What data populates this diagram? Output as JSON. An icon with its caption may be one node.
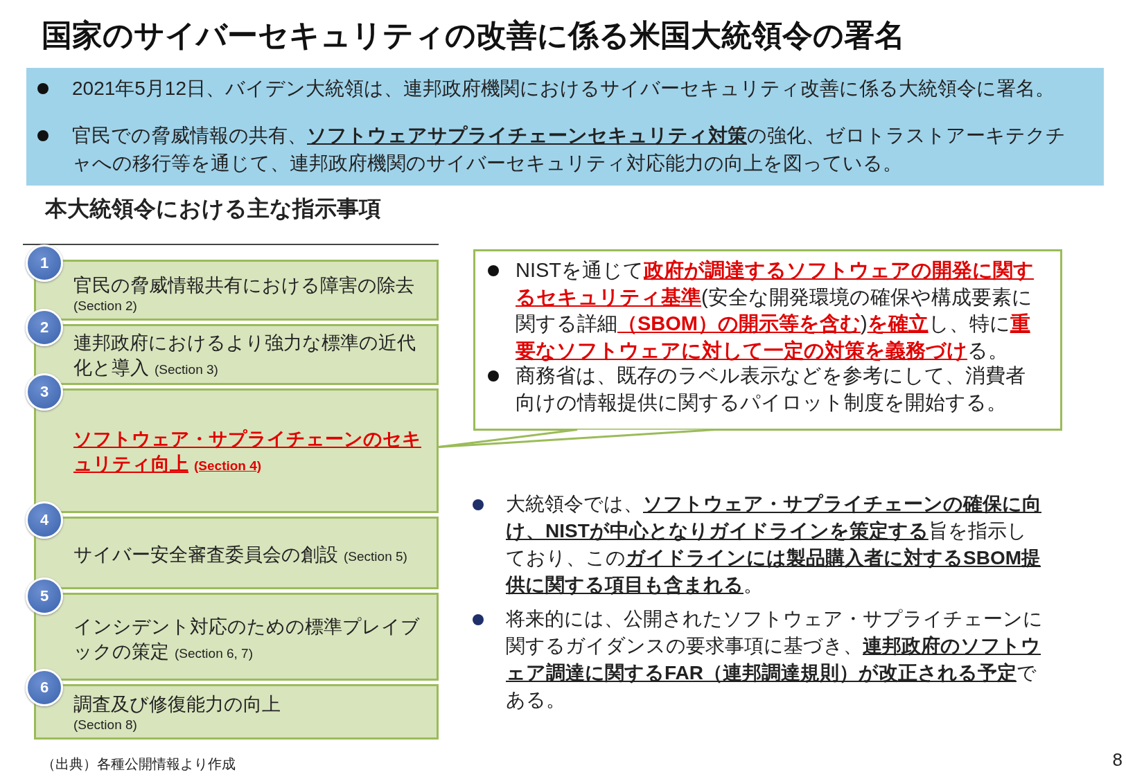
{
  "diagram": {
    "title": "国家のサイバーセキュリティの改善に係る米国大統領令の署名",
    "nodes": [
      {
        "text": [
          "2021年5月12日、バイデン大統領は、連邦政府機関におけるサイバーセキュリティ改善に係る大統領令に署名。",
          "官民での脅威情報の共有、**ソフトウェアサプライチェーンセキュリティ対策**の強化、ゼロトラストアーキテクチャへの移行等を通じて、連邦政府機関のサイバーセキュリティ対応能力の向上を図っている。"
        ]
      },
      {
        "text": [
          "1",
          "官民の脅威情報共有における障害の除去",
          "(Section 2)"
        ]
      },
      {
        "text": [
          "2",
          "連邦政府におけるより強力な標準の近代化と導入",
          "(Section 3)"
        ]
      },
      {
        "text": [
          "3",
          "ソフトウェア・サプライチェーンのセキュリティ向上",
          "(Section 4)"
        ]
      },
      {
        "text": [
          "4",
          "サイバー安全審査委員会の創設",
          "(Section 5)"
        ]
      },
      {
        "text": [
          "5",
          "インシデント対応のための標準プレイブックの策定",
          "(Section 6, 7)"
        ]
      },
      {
        "text": [
          "6",
          "調査及び修復能力の向上",
          "(Section 8)"
        ]
      },
      {
        "text": [
          "NISTを通じて**政府が調達するソフトウェアの開発に関するセキュリティ基準**(安全な開発環境の確保や構成要素に関する詳細**（SBOM）の開示等を含む**)**を確立**し、特に**重要なソフトウェアに対して一定の対策を義務づけ**る。",
          "商務省は、既存のラベル表示などを参考にして、消費者向けの情報提供に関するパイロット制度を開始する。"
        ]
      }
    ],
    "edges": [
      {
        "from": 7,
        "to": 3,
        "arrow": "none"
      }
    ],
    "labels": [
      "本大統領令における主な指示事項",
      "大統領令では、**ソフトウェア・サプライチェーンの確保に向け、NISTが中心となりガイドラインを策定する**旨を指示しており、この**ガイドラインには製品購入者に対するSBOM提供に関する項目も含まれる**。",
      "将来的には、公開されたソフトウェア・サプライチェーンに関するガイダンスの要求事項に基づき、**連邦政府のソフトウェア調達に関するFAR（連邦調達規則）が改正される予定**である。",
      "（出典）各種公開情報より作成",
      "8"
    ]
  }
}
